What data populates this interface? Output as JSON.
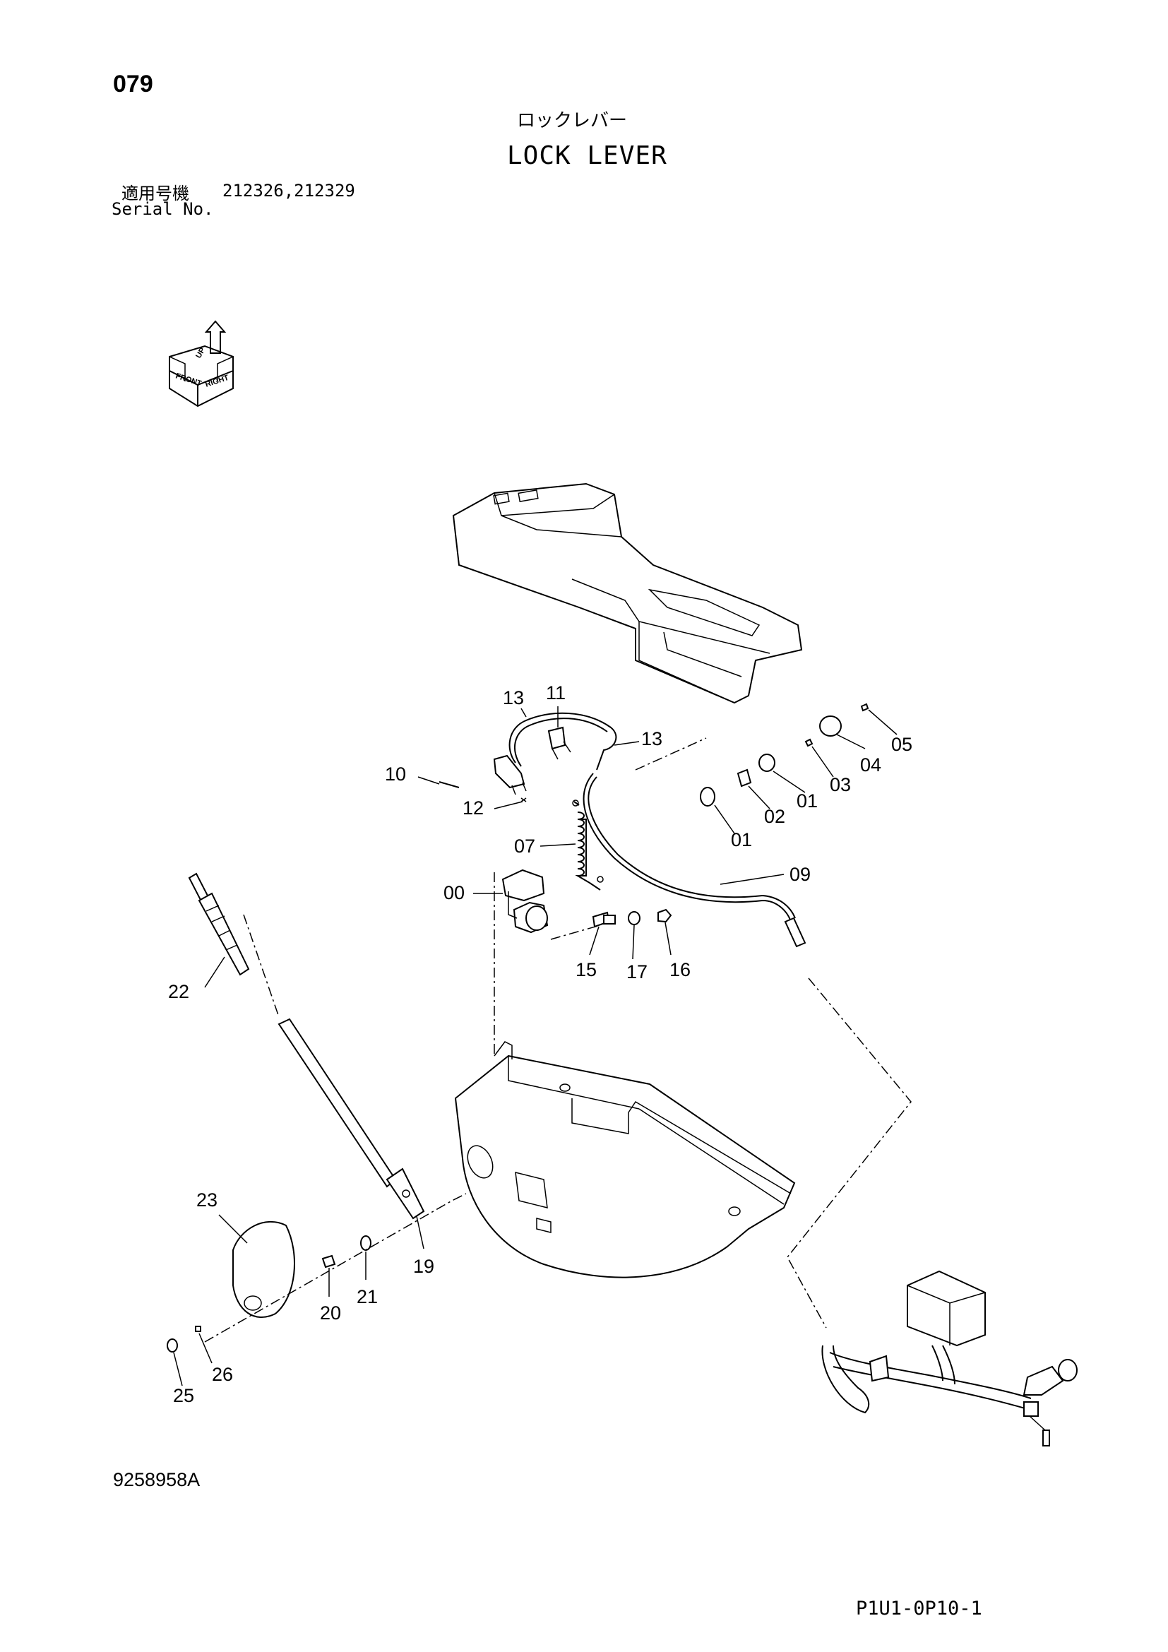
{
  "header": {
    "page_number": "079",
    "title_ja": "ロックレバー",
    "title_en": "LOCK LEVER",
    "serial_label_ja": "適用号機",
    "serial_values": "212326,212329",
    "serial_label_en": "Serial No."
  },
  "compass": {
    "up_label": "UP",
    "front_label": "FRONT",
    "right_label": "RIGHT"
  },
  "callouts": {
    "c00": "00",
    "c01a": "01",
    "c01b": "01",
    "c02": "02",
    "c03": "03",
    "c04": "04",
    "c05": "05",
    "c07": "07",
    "c09": "09",
    "c10": "10",
    "c11": "11",
    "c12": "12",
    "c13a": "13",
    "c13b": "13",
    "c15": "15",
    "c16": "16",
    "c17": "17",
    "c19": "19",
    "c20": "20",
    "c21": "21",
    "c22": "22",
    "c23": "23",
    "c25": "25",
    "c26": "26"
  },
  "footer": {
    "drawing_number": "9258958A",
    "page_code": "P1U1-0P10-1"
  }
}
